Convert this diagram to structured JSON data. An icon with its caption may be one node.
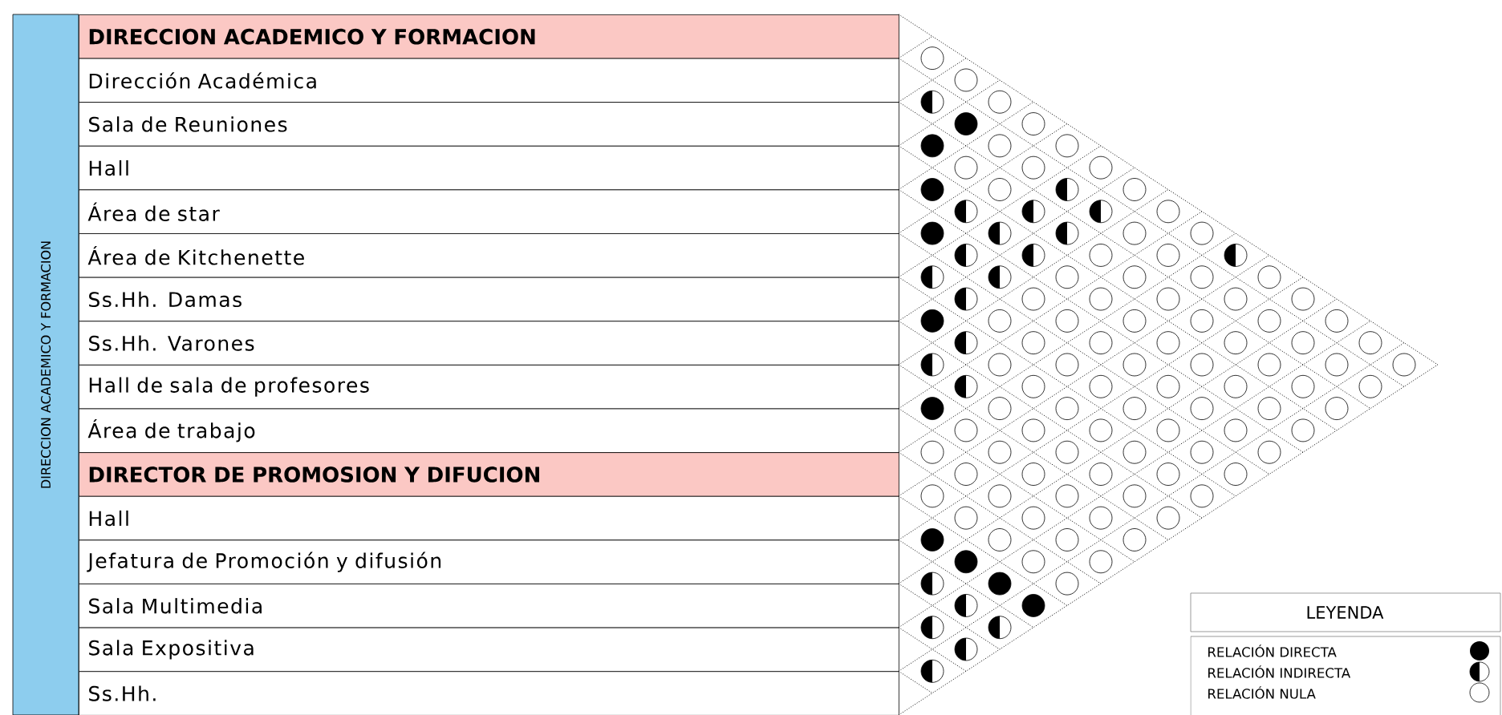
{
  "diagram": {
    "nodes": [
      {
        "text": [
          "DIRECCION ACADEMICO Y FORMACION"
        ]
      },
      {
        "text": [
          "DIRECCION ACADEMICO Y FORMACION"
        ]
      },
      {
        "text": [
          "Dirección Académica"
        ]
      },
      {
        "text": [
          "Sala de Reuniones"
        ]
      },
      {
        "text": [
          "Hall"
        ]
      },
      {
        "text": [
          "Área de star"
        ]
      },
      {
        "text": [
          "Área de Kitchenette"
        ]
      },
      {
        "text": [
          "Ss.Hh. Damas"
        ]
      },
      {
        "text": [
          "Ss.Hh. Varones"
        ]
      },
      {
        "text": [
          "Hall de sala de profesores"
        ]
      },
      {
        "text": [
          "Área de trabajo"
        ]
      },
      {
        "text": [
          "DIRECTOR DE PROMOSION Y DIFUCION"
        ]
      },
      {
        "text": [
          "Hall"
        ]
      },
      {
        "text": [
          "Jefatura de Promoción y difusión"
        ]
      },
      {
        "text": [
          "Sala Multimedia"
        ]
      },
      {
        "text": [
          "Sala Expositiva"
        ]
      },
      {
        "text": [
          "Ss.Hh."
        ]
      },
      {
        "text": [],
        "shape": "circle"
      },
      {
        "text": [],
        "shape": "circle"
      },
      {
        "text": [],
        "shape": "half-circle"
      },
      {
        "text": [],
        "shape": "circle"
      },
      {
        "text": [],
        "shape": "dot"
      },
      {
        "text": [],
        "shape": "circle"
      },
      {
        "text": [],
        "shape": "dot"
      },
      {
        "text": [],
        "shape": "circle"
      },
      {
        "text": [],
        "shape": "circle"
      },
      {
        "text": [],
        "shape": "circle"
      },
      {
        "text": [],
        "shape": "circle"
      },
      {
        "text": [],
        "shape": "circle"
      },
      {
        "text": [],
        "shape": "dot"
      },
      {
        "text": [],
        "shape": "circle"
      },
      {
        "text": [],
        "shape": "half-circle"
      },
      {
        "text": [],
        "shape": "circle"
      },
      {
        "text": [],
        "shape": "half-circle"
      },
      {
        "text": [],
        "shape": "half-circle"
      },
      {
        "text": [],
        "shape": "half-circle"
      },
      {
        "text": [],
        "shape": "circle"
      },
      {
        "text": [],
        "shape": "dot"
      },
      {
        "text": [],
        "shape": "half-circle"
      },
      {
        "text": [],
        "shape": "half-circle"
      },
      {
        "text": [],
        "shape": "circle"
      },
      {
        "text": [],
        "shape": "circle"
      },
      {
        "text": [],
        "shape": "half-circle"
      },
      {
        "text": [],
        "shape": "half-circle"
      },
      {
        "text": [],
        "shape": "circle"
      },
      {
        "text": [],
        "shape": "circle"
      },
      {
        "text": [],
        "shape": "half-circle"
      },
      {
        "text": [],
        "shape": "half-circle"
      },
      {
        "text": [],
        "shape": "half-circle"
      },
      {
        "text": [],
        "shape": "circle"
      },
      {
        "text": [],
        "shape": "circle"
      },
      {
        "text": [],
        "shape": "circle"
      },
      {
        "text": [],
        "shape": "circle"
      },
      {
        "text": [],
        "shape": "half-circle"
      },
      {
        "text": [],
        "shape": "circle"
      },
      {
        "text": [],
        "shape": "circle"
      },
      {
        "text": [],
        "shape": "circle"
      },
      {
        "text": [],
        "shape": "circle"
      },
      {
        "text": [],
        "shape": "circle"
      },
      {
        "text": [],
        "shape": "dot"
      },
      {
        "text": [],
        "shape": "circle"
      },
      {
        "text": [],
        "shape": "circle"
      },
      {
        "text": [],
        "shape": "circle"
      },
      {
        "text": [],
        "shape": "circle"
      },
      {
        "text": [],
        "shape": "circle"
      },
      {
        "text": [],
        "shape": "circle"
      },
      {
        "text": [],
        "shape": "half-circle"
      },
      {
        "text": [],
        "shape": "circle"
      },
      {
        "text": [],
        "shape": "circle"
      },
      {
        "text": [],
        "shape": "circle"
      },
      {
        "text": [],
        "shape": "circle"
      },
      {
        "text": [],
        "shape": "circle"
      },
      {
        "text": [],
        "shape": "circle"
      },
      {
        "text": [],
        "shape": "half-circle"
      },
      {
        "text": [],
        "shape": "circle"
      },
      {
        "text": [],
        "shape": "circle"
      },
      {
        "text": [],
        "shape": "circle"
      },
      {
        "text": [],
        "shape": "circle"
      },
      {
        "text": [],
        "shape": "circle"
      },
      {
        "text": [],
        "shape": "circle"
      },
      {
        "text": [],
        "shape": "circle"
      },
      {
        "text": [],
        "shape": "half-circle"
      },
      {
        "text": [],
        "shape": "circle"
      },
      {
        "text": [],
        "shape": "circle"
      },
      {
        "text": [],
        "shape": "circle"
      },
      {
        "text": [],
        "shape": "circle"
      },
      {
        "text": [],
        "shape": "circle"
      },
      {
        "text": [],
        "shape": "circle"
      },
      {
        "text": [],
        "shape": "dot"
      },
      {
        "text": [],
        "shape": "circle"
      },
      {
        "text": [],
        "shape": "circle"
      },
      {
        "text": [],
        "shape": "circle"
      },
      {
        "text": [],
        "shape": "circle"
      },
      {
        "text": [],
        "shape": "circle"
      },
      {
        "text": [],
        "shape": "circle"
      },
      {
        "text": [],
        "shape": "circle"
      },
      {
        "text": [],
        "shape": "circle"
      },
      {
        "text": [],
        "shape": "circle"
      },
      {
        "text": [],
        "shape": "circle"
      },
      {
        "text": [],
        "shape": "circle"
      },
      {
        "text": [],
        "shape": "circle"
      },
      {
        "text": [],
        "shape": "circle"
      },
      {
        "text": [],
        "shape": "circle"
      },
      {
        "text": [],
        "shape": "circle"
      },
      {
        "text": [],
        "shape": "circle"
      },
      {
        "text": [],
        "shape": "circle"
      },
      {
        "text": [],
        "shape": "circle"
      },
      {
        "text": [],
        "shape": "circle"
      },
      {
        "text": [],
        "shape": "circle"
      },
      {
        "text": [],
        "shape": "circle"
      },
      {
        "text": [],
        "shape": "circle"
      },
      {
        "text": [],
        "shape": "circle"
      },
      {
        "text": [],
        "shape": "circle"
      },
      {
        "text": [],
        "shape": "circle"
      },
      {
        "text": [],
        "shape": "circle"
      },
      {
        "text": [],
        "shape": "circle"
      },
      {
        "text": [],
        "shape": "circle"
      },
      {
        "text": [],
        "shape": "circle"
      },
      {
        "text": [],
        "shape": "circle"
      },
      {
        "text": [],
        "shape": "circle"
      },
      {
        "text": [],
        "shape": "circle"
      },
      {
        "text": [],
        "shape": "dot"
      },
      {
        "text": [],
        "shape": "circle"
      },
      {
        "text": [],
        "shape": "circle"
      },
      {
        "text": [],
        "shape": "circle"
      },
      {
        "text": [],
        "shape": "dot"
      },
      {
        "text": [],
        "shape": "circle"
      },
      {
        "text": [],
        "shape": "circle"
      },
      {
        "text": [],
        "shape": "half-circle"
      },
      {
        "text": [],
        "shape": "dot"
      },
      {
        "text": [],
        "shape": "circle"
      },
      {
        "text": [],
        "shape": "half-circle"
      },
      {
        "text": [],
        "shape": "dot"
      },
      {
        "text": [],
        "shape": "half-circle"
      },
      {
        "text": [],
        "shape": "half-circle"
      },
      {
        "text": [],
        "shape": "half-circle"
      },
      {
        "text": [],
        "shape": "half-circle"
      }
    ],
    "labels": [
      "LEYENDA"
    ],
    "legend": [
      {
        "text": "RELACIÓN DIRECTA"
      },
      {
        "text": "RELACIÓN INDIRECTA"
      },
      {
        "text": "RELACIÓN NULA"
      }
    ]
  }
}
